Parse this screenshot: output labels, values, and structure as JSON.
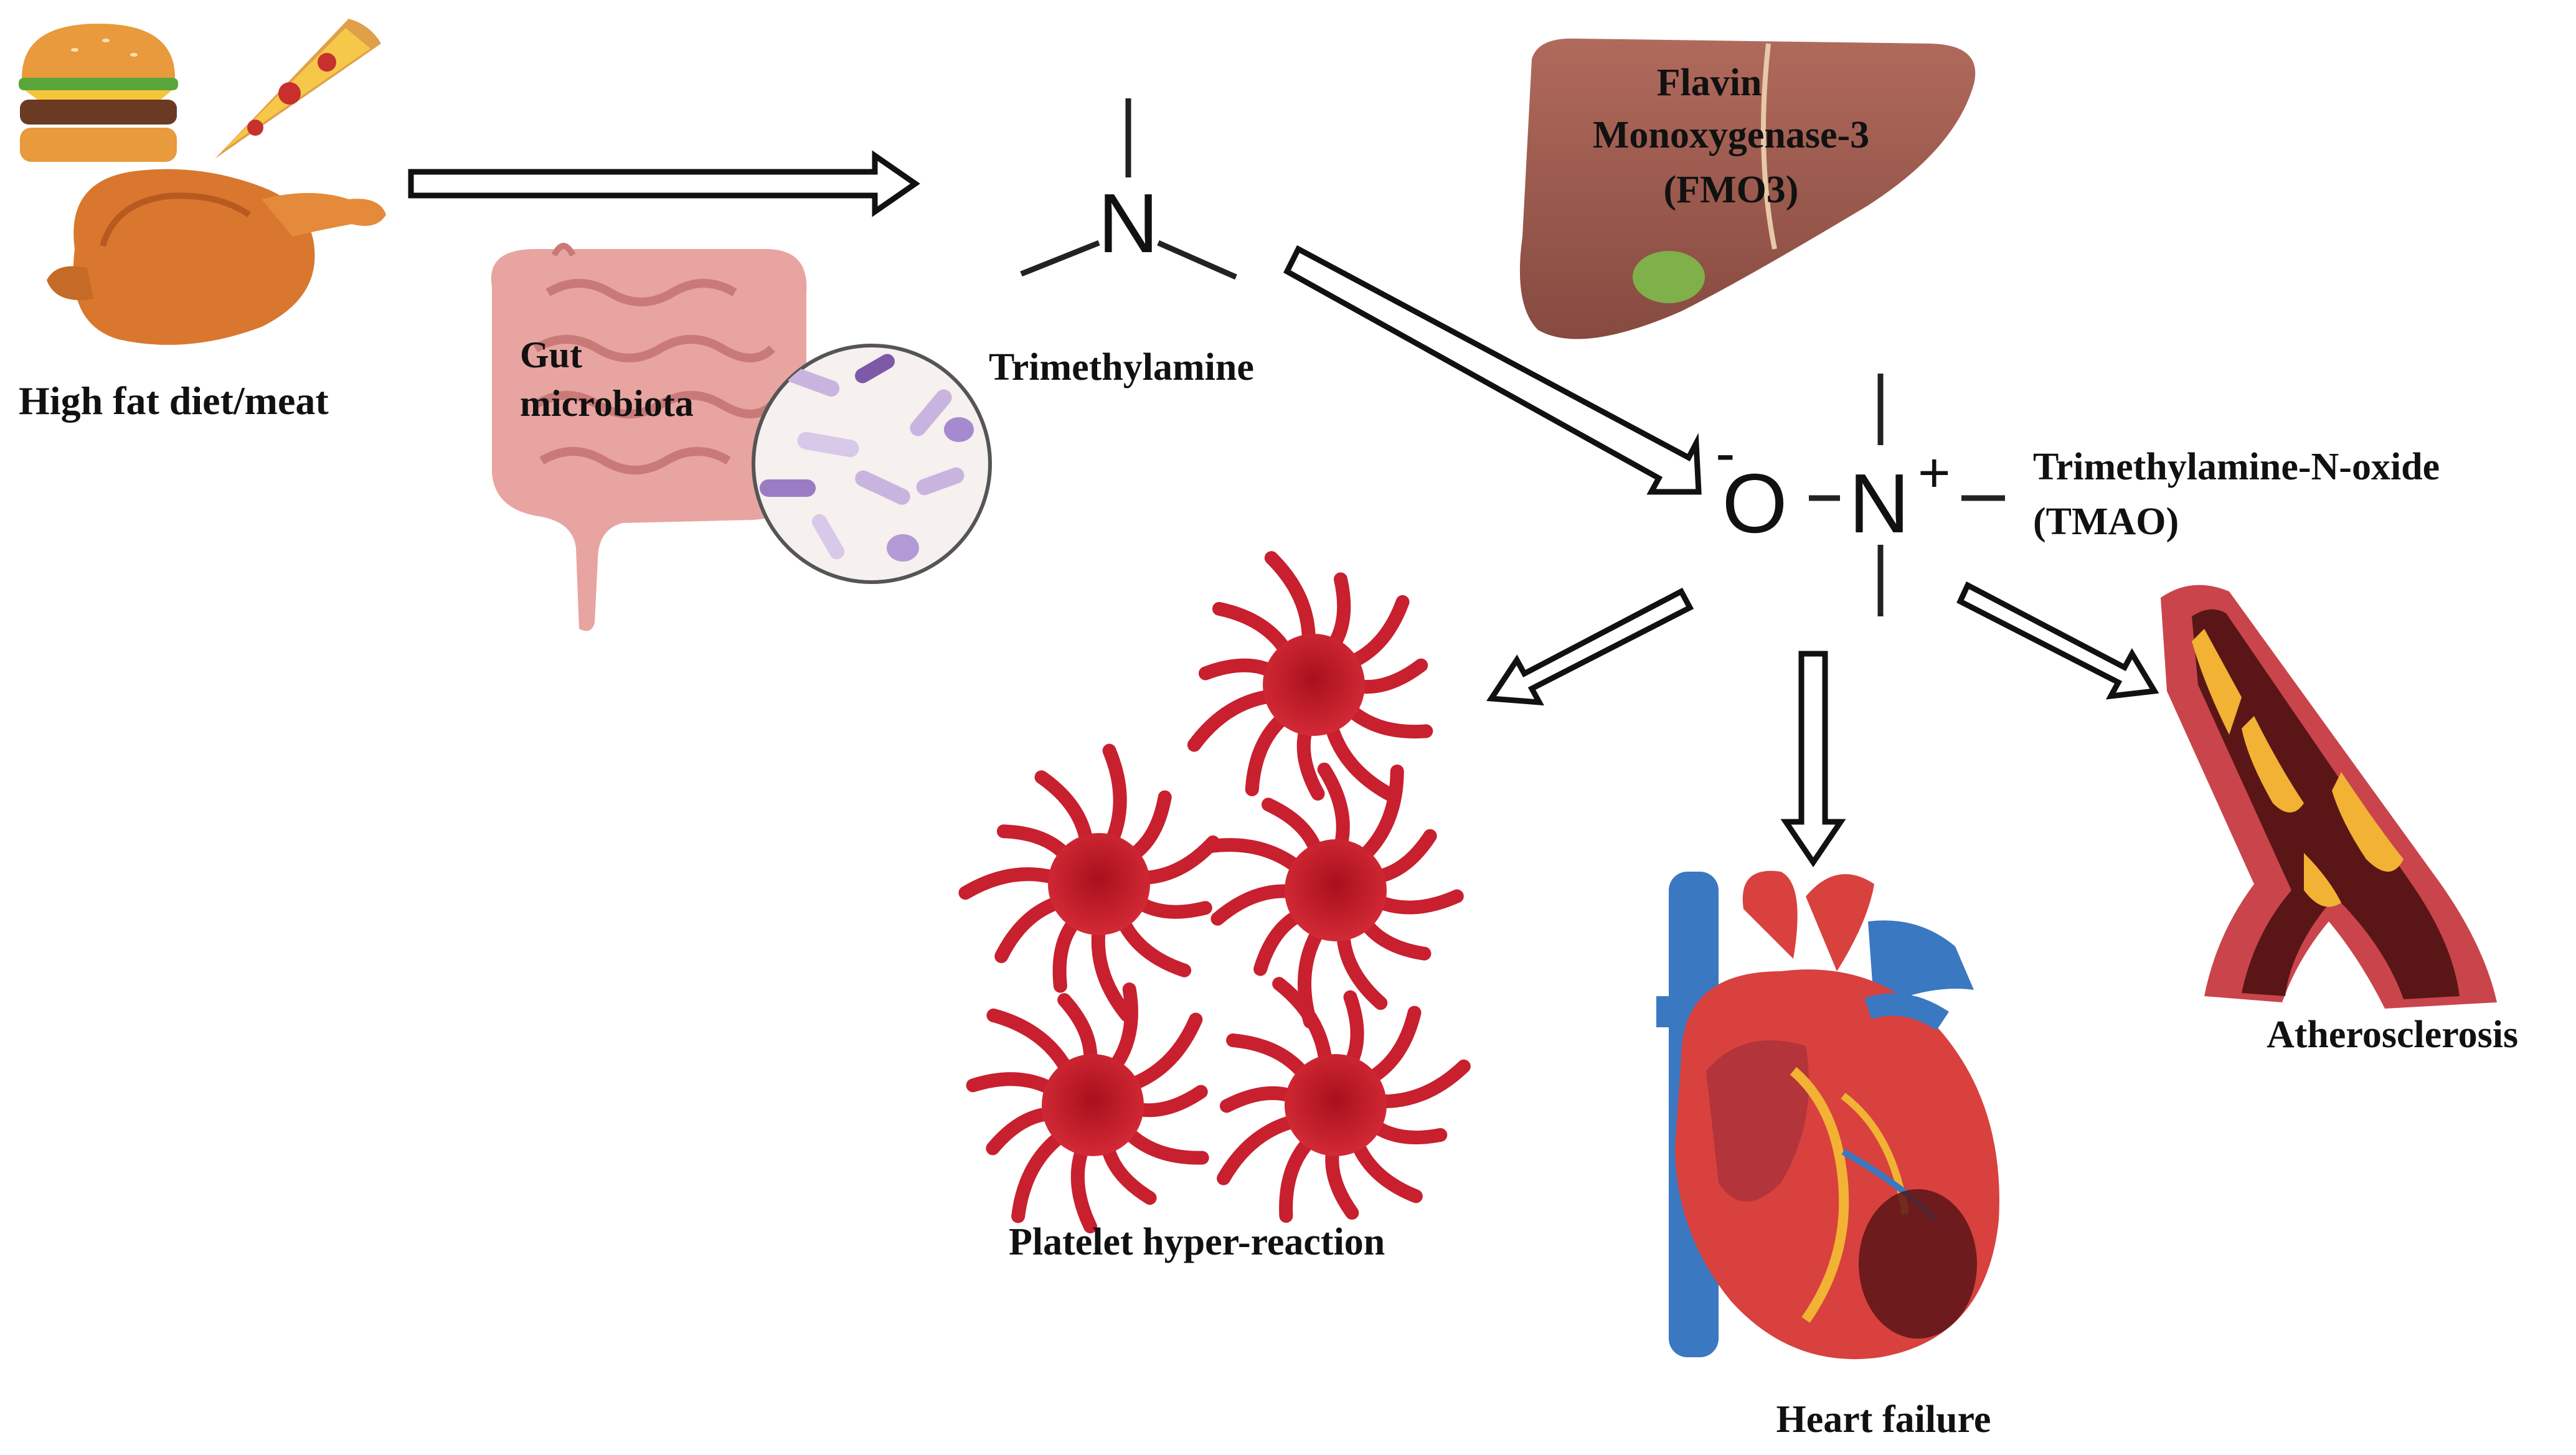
{
  "labels": {
    "diet": "High fat diet/meat",
    "gut_line1": "Gut",
    "gut_line2": "microbiota",
    "tma": "Trimethylamine",
    "fmo3_line1": "Flavin",
    "fmo3_line2": "Monoxygenase-3",
    "fmo3_line3": "(FMO3)",
    "tmao_line1": "Trimethylamine-N-oxide",
    "tmao_line2": "(TMAO)",
    "platelet": "Platelet hyper-reaction",
    "heart": "Heart failure",
    "athero": "Atherosclerosis"
  },
  "chem": {
    "tma_atom": "N",
    "tmao_o": "O",
    "tmao_o_charge": "-",
    "tmao_n": "N",
    "tmao_n_charge": "+"
  },
  "colors": {
    "platelet": "#c8202e",
    "liver": "#9a5a4e",
    "gallbladder": "#7fb04a",
    "intestine": "#e8a4a0",
    "artery_wall": "#c9454b",
    "plaque": "#f2b233",
    "heart_red": "#d8413e",
    "vein_blue": "#3a78c2"
  }
}
